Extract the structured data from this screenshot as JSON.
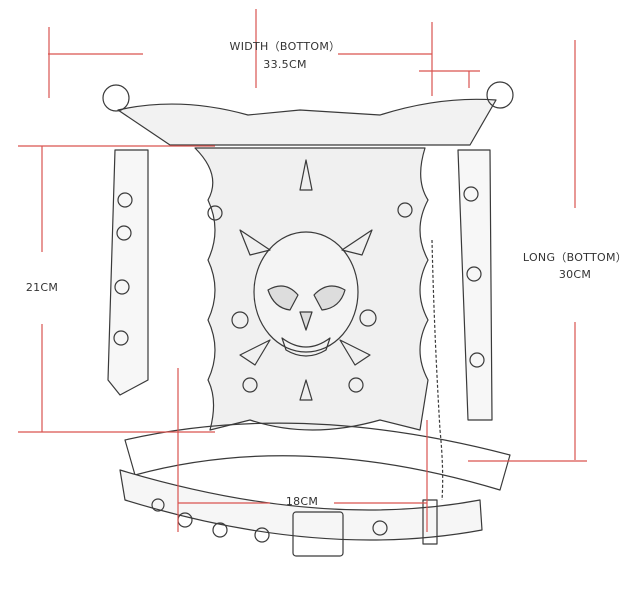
{
  "diagram": {
    "subject": "skull leg bag with straps",
    "line_color": "#d9534f",
    "sketch_color": "#2a2a2a",
    "dimensions": {
      "width": {
        "label": "WIDTH（BOTTOM）",
        "value": "33.5CM"
      },
      "long": {
        "label": "LONG（BOTTOM）",
        "value": "30CM"
      },
      "height": {
        "value": "21CM"
      },
      "strap": {
        "value": "18CM"
      }
    }
  }
}
